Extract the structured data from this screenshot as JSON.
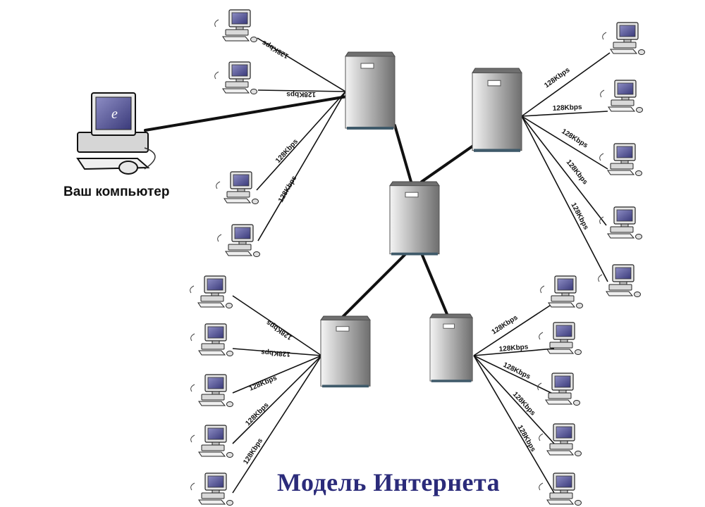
{
  "labels": {
    "your_computer": "Ваш компьютер",
    "title": "Модель Интернета"
  },
  "speeds": {
    "top_left": [
      "128Kbps",
      "128Kbps",
      "128Kbps",
      "128Kbps"
    ],
    "top_right": [
      "128Kbps",
      "128Kbps",
      "128Kbps",
      "128Kbps",
      "128Kbps"
    ],
    "bottom_left": [
      "128Kbps",
      "128Kbps",
      "128Kbps",
      "128Kbps",
      "128Kbps"
    ],
    "bottom_right": [
      "128Kbps",
      "128Kbps",
      "128Kbps",
      "128Kbps",
      "128Kbps"
    ]
  },
  "colors": {
    "title": "#2b2b7a",
    "screen": "#5a5a9a",
    "link": "#111111"
  },
  "icons": [
    "server-icon",
    "workstation-icon",
    "desktop-computer-icon"
  ]
}
